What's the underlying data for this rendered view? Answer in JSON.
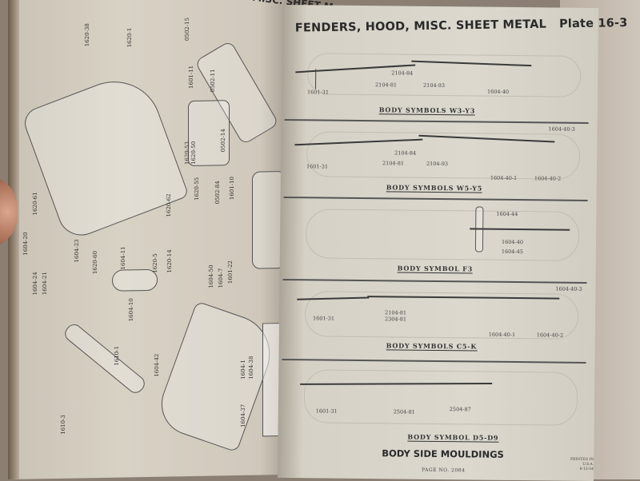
{
  "left_page": {
    "header_partial": "MISC. SHEET M",
    "callouts": [
      "1620-38",
      "1620-1",
      "0502-15",
      "1601-11",
      "0502-11",
      "1620-53",
      "1620-50",
      "0502-14",
      "1620-55",
      "0502-84",
      "1601-10",
      "1620-61",
      "1620-62",
      "1604-20",
      "1604-23",
      "1604-11",
      "1620-5",
      "1620-14",
      "1604-24",
      "1604-21",
      "1620-60",
      "1604-10",
      "1604-50",
      "1604-7",
      "1601-22",
      "1610-1",
      "1604-42",
      "1604-1",
      "1604-38",
      "1610-3",
      "1604-37"
    ]
  },
  "right_page": {
    "title": "FENDERS, HOOD, MISC. SHEET METAL",
    "plate": "Plate 16-3",
    "panels": [
      {
        "caption": "BODY SYMBOLS W3-Y3",
        "labels": [
          "1601-31",
          "2104-81",
          "2104-84",
          "2104-93",
          "1604-40"
        ]
      },
      {
        "caption": "BODY SYMBOLS W5-Y5",
        "labels": [
          "1601-31",
          "2104-81",
          "2104-84",
          "2104-93",
          "1604-40-1",
          "1604-40-2",
          "1604-40-3"
        ]
      },
      {
        "caption": "BODY SYMBOL F3",
        "labels": [
          "1604-44",
          "1604-40",
          "1604-45"
        ]
      },
      {
        "caption": "BODY SYMBOLS C5-K",
        "labels": [
          "1601-31",
          "2104-81",
          "2304-81",
          "1604-40-1",
          "1604-40-2",
          "1604-40-3"
        ]
      },
      {
        "caption": "BODY SYMBOL D5-D9",
        "labels": [
          "1601-31",
          "2504-81",
          "2504-87"
        ]
      }
    ],
    "footer_title": "BODY SIDE MOULDINGS",
    "page_number": "PAGE NO. 2084",
    "printed": "PRINTED IN U.S.A.",
    "print_date": "6-15-54"
  }
}
